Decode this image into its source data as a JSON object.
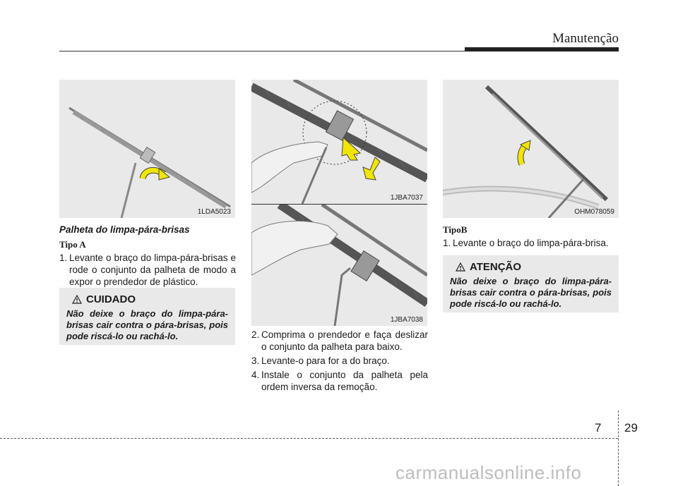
{
  "header": {
    "section_title": "Manutenção"
  },
  "figures": {
    "fig1": {
      "code": "1LDA5023"
    },
    "fig2": {
      "code": "1JBA7037"
    },
    "fig3": {
      "code": "1JBA7038"
    },
    "fig4": {
      "code": "OHM078059"
    }
  },
  "col1": {
    "heading": "Palheta do limpa-pára-brisas",
    "type_label": "Tipo A",
    "steps": [
      {
        "num": "1.",
        "text": "Levante o braço do limpa-pára-brisas e rode o conjunto da palheta de modo a expor o prendedor de plástico."
      }
    ],
    "notice": {
      "title": "CUIDADO",
      "text": "Não deixe o braço do limpa-pára-brisas cair contra o pára-brisas, pois pode riscá-lo ou rachá-lo."
    }
  },
  "col2": {
    "steps": [
      {
        "num": "2.",
        "text": "Comprima o prendedor e faça deslizar o conjunto da palheta para baixo."
      },
      {
        "num": "3.",
        "text": "Levante-o para for a do braço."
      },
      {
        "num": "4.",
        "text": "Instale o conjunto da palheta pela ordem inversa da remoção."
      }
    ]
  },
  "col3": {
    "type_label": "TipoB",
    "steps": [
      {
        "num": "1.",
        "text": "Levante o braço do limpa-pára-brisa."
      }
    ],
    "notice": {
      "title": "ATENÇÃO",
      "text": "Não deixe o braço do limpa-pára-brisas cair contra o pára-brisas, pois pode riscá-lo ou rachá-lo."
    }
  },
  "footer": {
    "chapter": "7",
    "page": "29",
    "watermark": "carmanualsonline.info"
  },
  "colors": {
    "arrow_yellow": "#f2e600",
    "panel_gray": "#e9e9e9",
    "rule": "#222222"
  },
  "icons": {
    "warning": "warning-triangle-icon"
  }
}
